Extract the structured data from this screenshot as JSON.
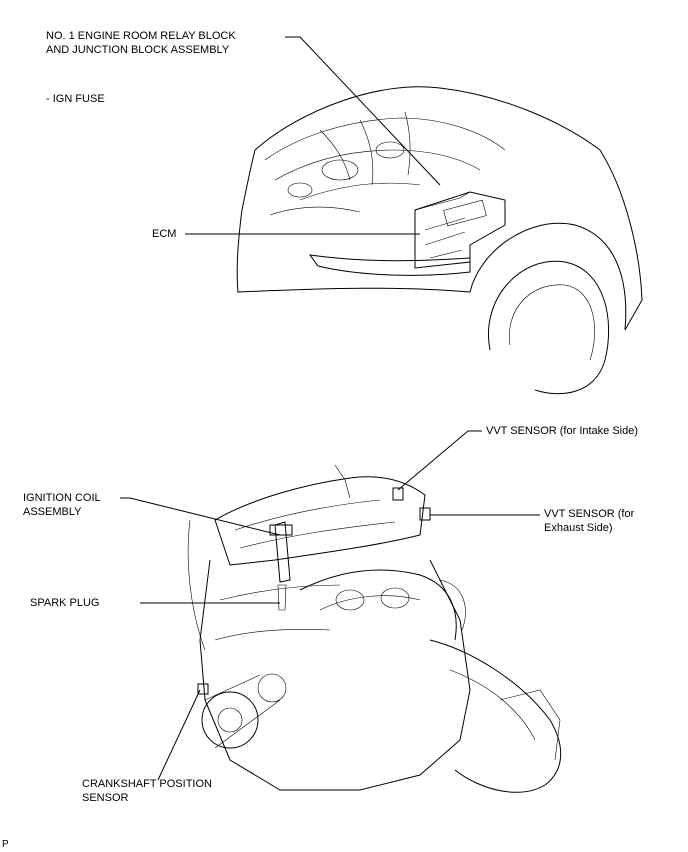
{
  "labels": {
    "relay_block_line1": "NO. 1 ENGINE ROOM RELAY BLOCK",
    "relay_block_line2": "AND JUNCTION BLOCK ASSEMBLY",
    "ign_fuse": "- IGN FUSE",
    "ecm": "ECM",
    "vvt_intake": "VVT SENSOR (for Intake Side)",
    "vvt_exhaust_line1": "VVT SENSOR (for",
    "vvt_exhaust_line2": "Exhaust Side)",
    "ignition_coil_line1": "IGNITION COIL",
    "ignition_coil_line2": "ASSEMBLY",
    "spark_plug": "SPARK PLUG",
    "crankshaft_line1": "CRANKSHAFT POSITION",
    "crankshaft_line2": "SENSOR",
    "corner_mark": "P"
  }
}
